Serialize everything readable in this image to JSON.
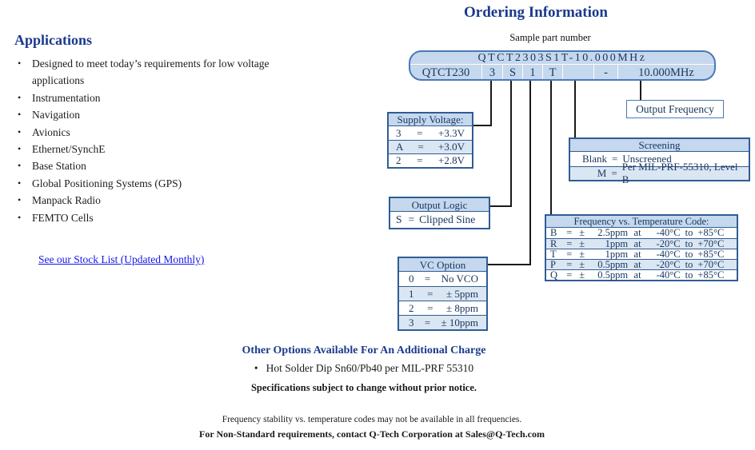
{
  "colors": {
    "heading_blue": "#1b3a8c",
    "navy_text": "#17365d",
    "box_fill": "#c5d8ee",
    "row_shade": "#dbe6f3",
    "table_border": "#2f5d94",
    "box_border": "#4a79b6",
    "link_blue": "#1515e8"
  },
  "applications": {
    "title": "Applications",
    "items": [
      "Designed to meet today’s requirements for low voltage applications",
      "Instrumentation",
      "Navigation",
      "Avionics",
      "Ethernet/SynchE",
      "Base Station",
      "Global Positioning Systems (GPS)",
      "Manpack Radio",
      "FEMTO Cells"
    ],
    "stock_link": "See our Stock List (Updated Monthly)"
  },
  "ordering": {
    "title": "Ordering Information",
    "sample_label": "Sample part number",
    "part_number": "QTCT2303S1T-10.000MHz",
    "segments": [
      "QTCT230",
      "3",
      "S",
      "1",
      "T",
      "",
      "-",
      "10.000MHz"
    ],
    "output_frequency_label": "Output Frequency",
    "labels": {
      "eq": "=",
      "pm": "±",
      "at": "at",
      "to": "to"
    },
    "tables": {
      "supply_voltage": {
        "title": "Supply Voltage:",
        "rows": [
          {
            "code": "3",
            "val": "+3.3V"
          },
          {
            "code": "A",
            "val": "+3.0V"
          },
          {
            "code": "2",
            "val": "+2.8V"
          }
        ]
      },
      "output_logic": {
        "title": "Output Logic",
        "rows": [
          {
            "code": "S",
            "val": "Clipped Sine"
          }
        ]
      },
      "vc_option": {
        "title": "VC Option",
        "rows": [
          {
            "code": "0",
            "val": "No VCO"
          },
          {
            "code": "1",
            "val": "± 5ppm"
          },
          {
            "code": "2",
            "val": "± 8ppm"
          },
          {
            "code": "3",
            "val": "± 10ppm"
          }
        ]
      },
      "screening": {
        "title": "Screening",
        "rows": [
          {
            "code": "Blank",
            "val": "Unscreened"
          },
          {
            "code": "M",
            "val": "Per MIL-PRF-55310, Level B"
          }
        ]
      },
      "freq_temp": {
        "title": "Frequency vs. Temperature Code:",
        "rows": [
          {
            "code": "B",
            "val": "2.5ppm",
            "t1": "-40°C",
            "t2": "+85°C"
          },
          {
            "code": "R",
            "val": "1ppm",
            "t1": "-20°C",
            "t2": "+70°C"
          },
          {
            "code": "T",
            "val": "1ppm",
            "t1": "-40°C",
            "t2": "+85°C"
          },
          {
            "code": "P",
            "val": "0.5ppm",
            "t1": "-20°C",
            "t2": "+70°C"
          },
          {
            "code": "Q",
            "val": "0.5ppm",
            "t1": "-40°C",
            "t2": "+85°C"
          }
        ]
      }
    }
  },
  "footer": {
    "other_options_title": "Other Options Available For An Additional Charge",
    "bullet": "•",
    "hot_solder": "Hot Solder Dip Sn60/Pb40 per MIL-PRF 55310",
    "spec_notice": "Specifications subject to change without prior notice.",
    "availability_note": "Frequency stability vs. temperature codes may not be available in all frequencies.",
    "contact_note": "For Non-Standard requirements, contact Q-Tech Corporation at Sales@Q-Tech.com"
  }
}
